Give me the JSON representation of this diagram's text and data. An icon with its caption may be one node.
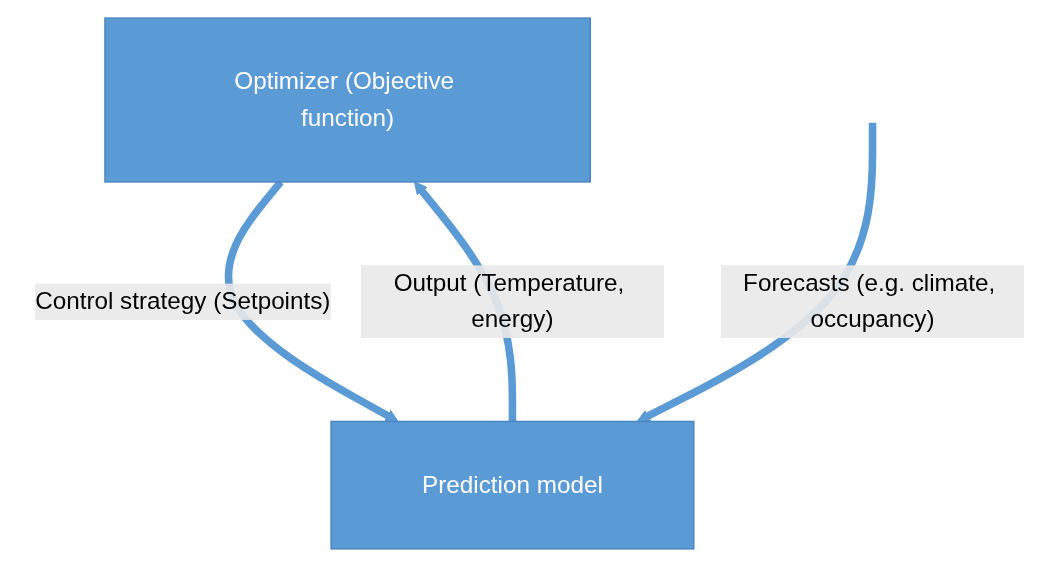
{
  "diagram": {
    "nodes": [
      {
        "text": [
          "Optimizer (Objective function)"
        ]
      },
      {
        "text": [
          "Prediction model"
        ]
      }
    ],
    "edges": [
      {
        "from": 0,
        "to": 1,
        "arrow": "to",
        "label": "Control strategy (Setpoints)"
      },
      {
        "from": 1,
        "to": 0,
        "arrow": "to",
        "label": "Output (Temperature, energy)"
      },
      {
        "from": null,
        "to": 1,
        "arrow": "to",
        "label": "Forecasts (e.g. climate, occupancy)"
      }
    ]
  }
}
